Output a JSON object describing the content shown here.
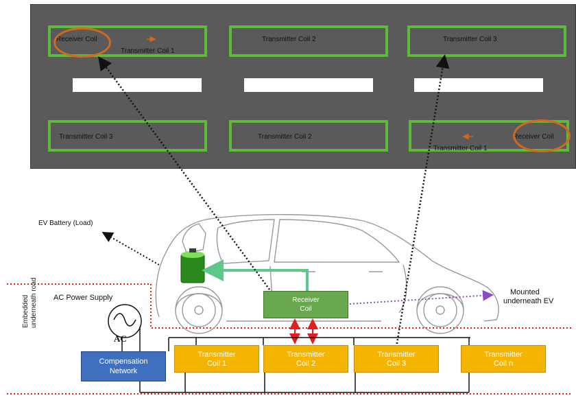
{
  "road_view": {
    "top_row": [
      {
        "receiver": "Receiver Coil",
        "transmitter": "Transmitter Coil 1"
      },
      {
        "transmitter": "Transmitter Coil 2"
      },
      {
        "transmitter": "Transmitter Coil 3"
      }
    ],
    "bottom_row": [
      {
        "transmitter": "Transmitter Coil 3"
      },
      {
        "transmitter": "Transmitter Coil 2"
      },
      {
        "receiver": "Receiver Coil",
        "transmitter": "Transmitter Coil 1"
      }
    ]
  },
  "system": {
    "ev_battery": "EV Battery (Load)",
    "ac_power_supply": "AC Power Supply",
    "ac_symbol": "AC",
    "receiver_coil": [
      "Receiver",
      "Coil"
    ],
    "mounted": [
      "Mounted",
      "underneath EV"
    ],
    "embedded": [
      "Embedded",
      "underneath road"
    ],
    "compensation": [
      "Compensation",
      "Network"
    ],
    "transmitters": [
      [
        "Transmitter",
        "Coil 1"
      ],
      [
        "Transmitter",
        "Coil 2"
      ],
      [
        "Transmitter",
        "Coil 3"
      ],
      [
        "Transmitter",
        "Coil n"
      ]
    ]
  },
  "colors": {
    "coil_border": "#5fba3a",
    "receiver_box": "#6aa84f",
    "compensation_box": "#3f6fbf",
    "transmitter_box": "#f4b400",
    "road_boundary": "#e02020",
    "power_arrow": "#e02020",
    "flow_arrow": "#5cc98a",
    "mount_arrow": "#8a4fbf"
  }
}
